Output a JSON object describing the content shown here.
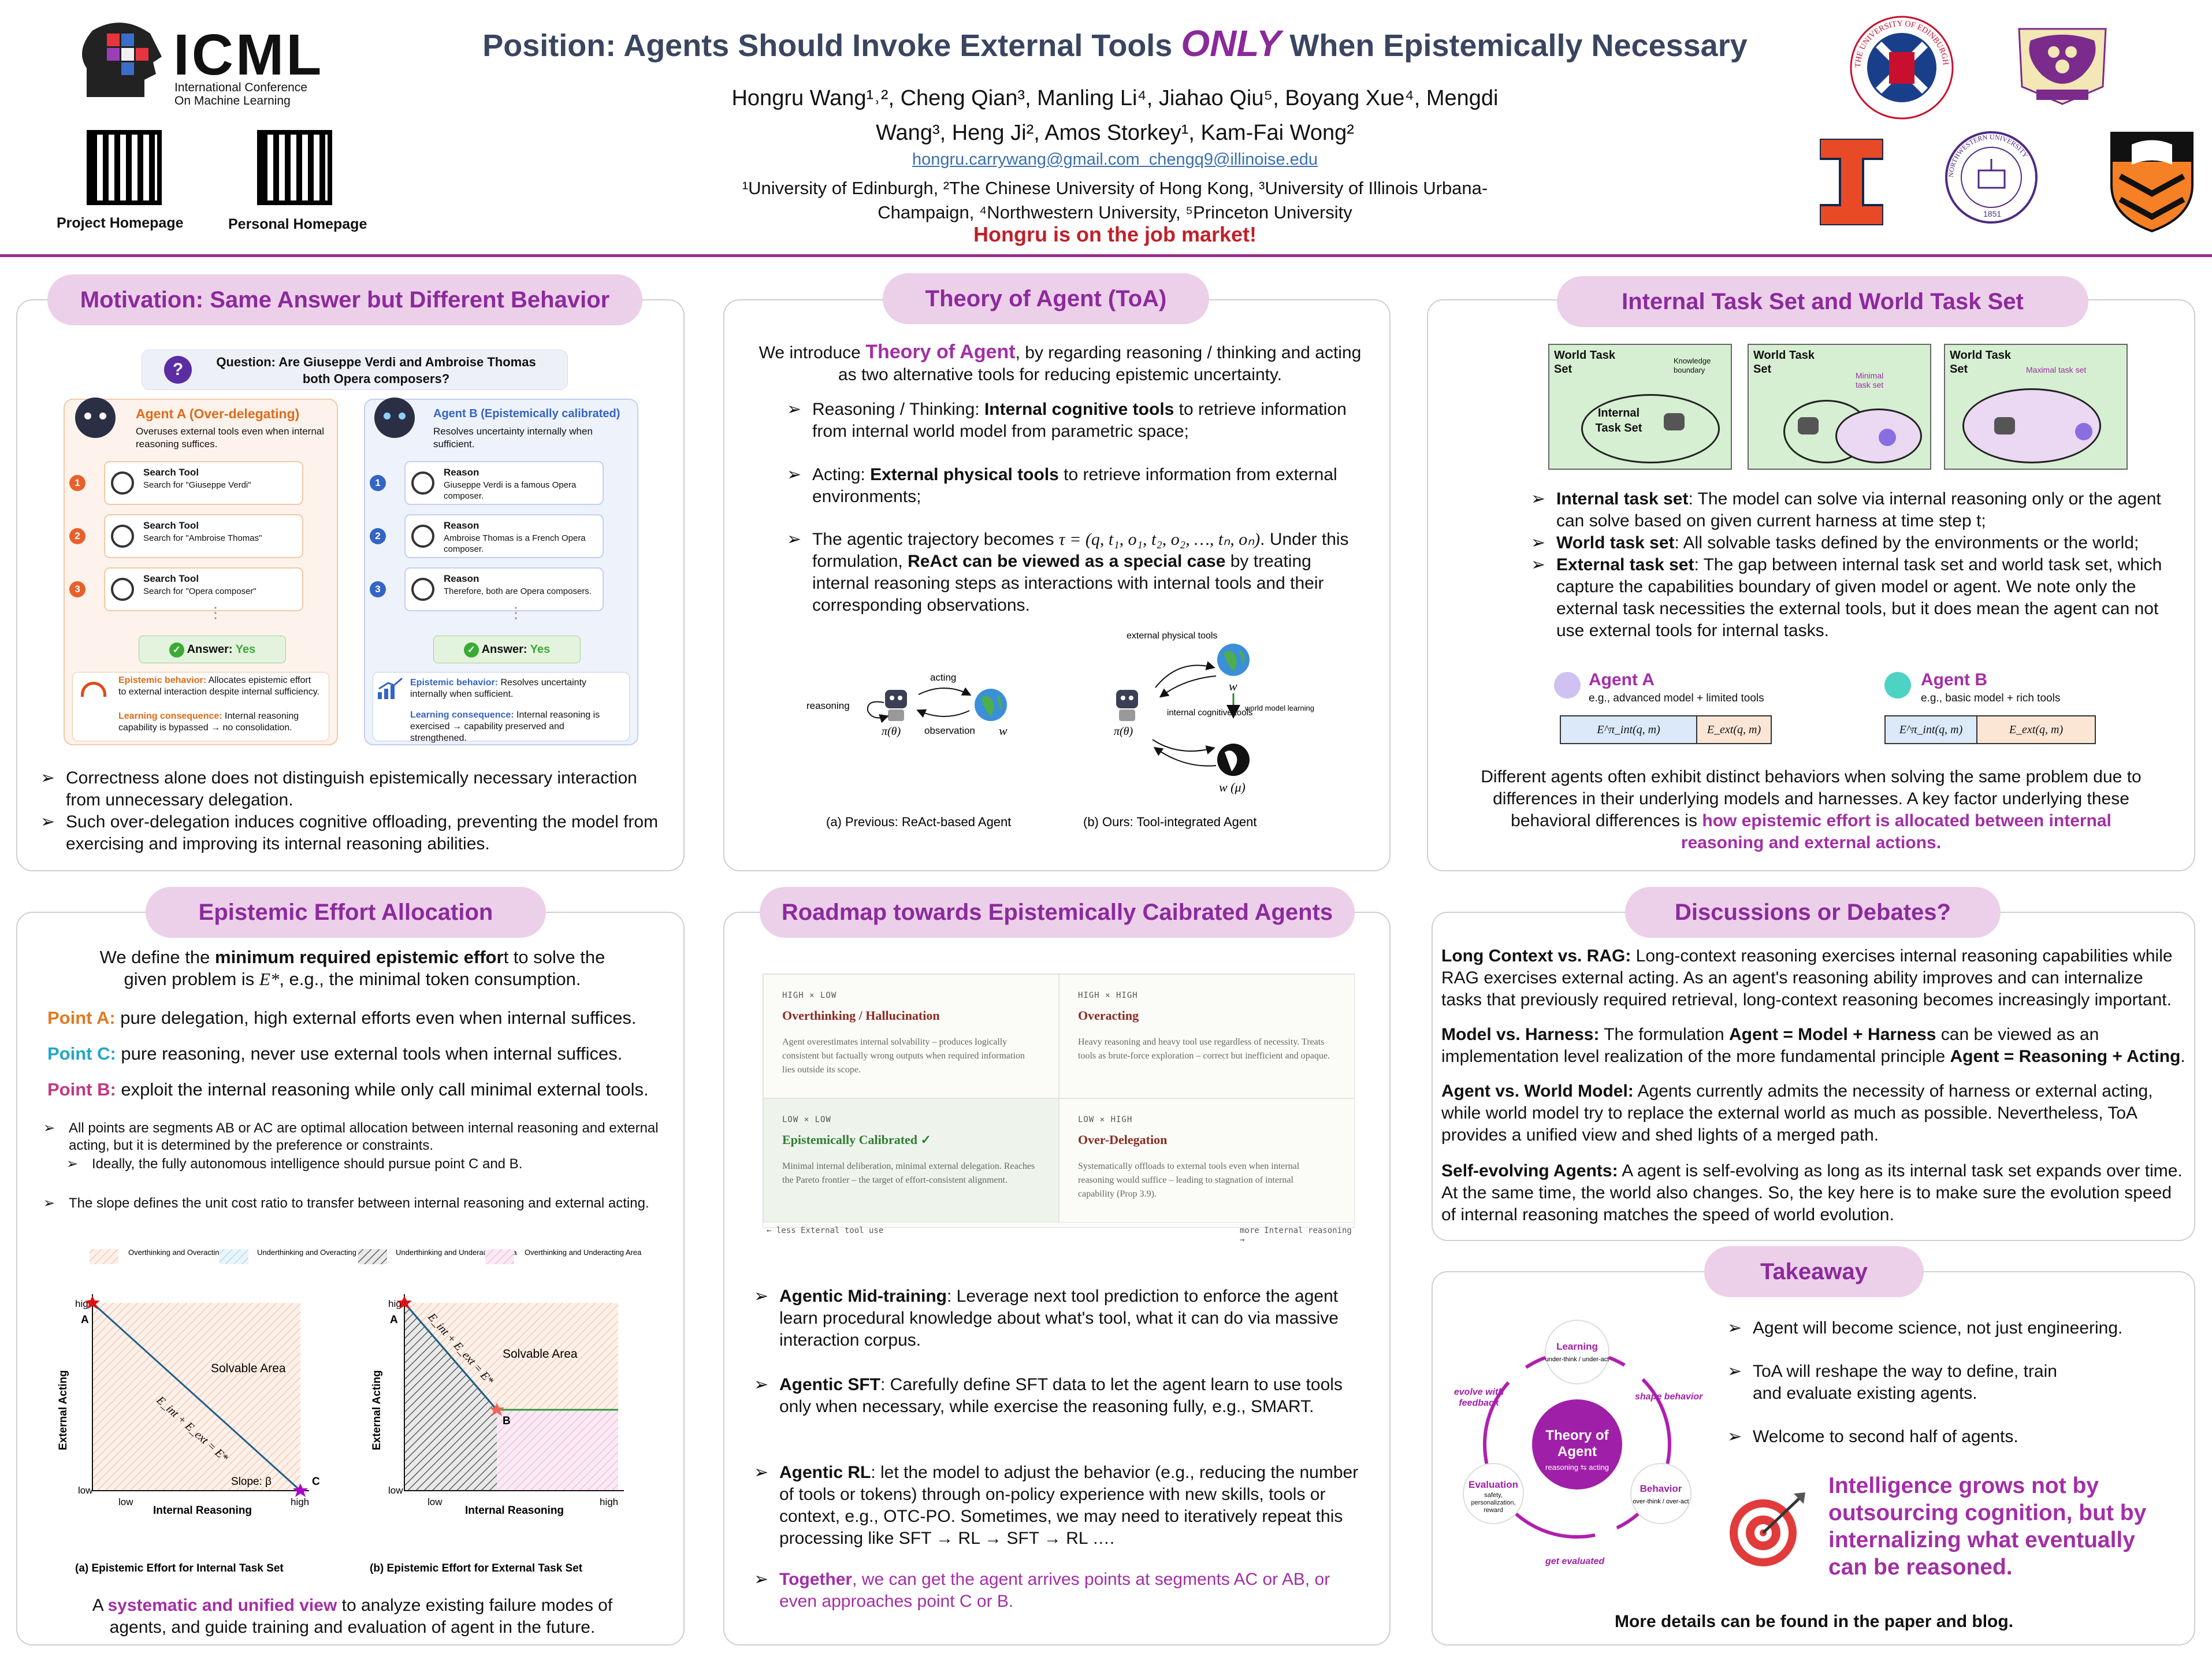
{
  "header": {
    "conf_name": "ICML",
    "conf_sub1": "International Conference",
    "conf_sub2": "On Machine Learning",
    "title_pre": "Position: Agents Should Invoke External Tools ",
    "title_only": "ONLY",
    "title_post": " When Epistemically Necessary",
    "authors_line1": "Hongru Wang¹˒², Cheng Qian³, Manling Li⁴, Jiahao Qiu⁵, Boyang Xue⁴, Mengdi",
    "authors_line2": "Wang³, Heng Ji², Amos Storkey¹, Kam-Fai Wong²",
    "email1": "hongru.carrywang@gmail.com",
    "email2": "chengq9@illinoise.edu",
    "affil_line1": "¹University of Edinburgh, ²The Chinese University of Hong Kong, ³University of Illinois Urbana-",
    "affil_line2": "Champaign, ⁴Northwestern University, ⁵Princeton University",
    "job_market": "Hongru is on the job market!",
    "qr1_label": "Project Homepage",
    "qr2_label": "Personal Homepage",
    "logo_edinburgh_text": "THE UNIVERSITY OF EDINBURGH",
    "logo_northwestern_text": "NORTHWESTERN UNIVERSITY",
    "logo_northwestern_year": "1851"
  },
  "motivation": {
    "title": "Motivation: Same Answer but Different Behavior",
    "question": "Question: Are Giuseppe Verdi and Ambroise Thomas both Opera composers?",
    "agentA": {
      "name": "Agent A (Over-delegating)",
      "desc": "Overuses external tools even when internal reasoning suffices.",
      "steps": [
        {
          "n": "1",
          "t": "Search Tool",
          "s": "Search for \"Giuseppe Verdi\""
        },
        {
          "n": "2",
          "t": "Search Tool",
          "s": "Search for \"Ambroise Thomas\""
        },
        {
          "n": "3",
          "t": "Search Tool",
          "s": "Search for \"Opera composer\""
        }
      ],
      "answer_label": "Answer:",
      "answer": "Yes",
      "beh_label": "Epistemic behavior:",
      "beh": "Allocates epistemic effort to external interaction despite internal sufficiency.",
      "cons_label": "Learning consequence:",
      "cons": "Internal reasoning capability is bypassed → no consolidation."
    },
    "agentB": {
      "name": "Agent B (Epistemically calibrated)",
      "desc": "Resolves uncertainty internally when sufficient.",
      "steps": [
        {
          "n": "1",
          "t": "Reason",
          "s": "Giuseppe Verdi is a famous Opera composer."
        },
        {
          "n": "2",
          "t": "Reason",
          "s": "Ambroise Thomas is a French Opera composer."
        },
        {
          "n": "3",
          "t": "Reason",
          "s": "Therefore, both are Opera composers."
        }
      ],
      "answer_label": "Answer:",
      "answer": "Yes",
      "beh_label": "Epistemic behavior:",
      "beh": "Resolves uncertainty internally when sufficient.",
      "cons_label": "Learning consequence:",
      "cons": "Internal reasoning is exercised → capability preserved and strengthened."
    },
    "bullets": [
      "Correctness alone does not distinguish epistemically necessary interaction from unnecessary delegation.",
      "Such over-delegation induces cognitive offloading, preventing the model from exercising and improving its internal reasoning abilities."
    ]
  },
  "toa": {
    "title": "Theory of Agent (ToA)",
    "intro_pre": "We introduce ",
    "intro_hl": "Theory of Agent",
    "intro_post": ", by regarding reasoning / thinking and acting as two alternative tools for reducing epistemic uncertainty.",
    "b1_pre": "Reasoning / Thinking: ",
    "b1_bold": "Internal cognitive tools",
    "b1_post": " to retrieve information from internal world model from parametric space;",
    "b2_pre": "Acting: ",
    "b2_bold": "External physical tools",
    "b2_post": " to retrieve information from external environments;",
    "b3_pre": "The agentic trajectory becomes ",
    "b3_math": "τ = (q, t₁, o₁, t₂, o₂, …, tₙ, oₙ)",
    "b3_mid": ". Under this formulation, ",
    "b3_bold": "ReAct can be viewed as a special case",
    "b3_post": " by treating internal reasoning steps as interactions with internal tools and their corresponding observations.",
    "figA": {
      "reasoning": "reasoning",
      "acting": "acting",
      "observation": "observation",
      "pi": "π(θ)",
      "w": "w",
      "caption": "(a) Previous: ReAct-based Agent"
    },
    "figB": {
      "ext": "external physical tools",
      "int": "internal cognitive tools",
      "wml": "world model learning",
      "pi": "π(θ)",
      "w": "w",
      "wmu": "w (μ)",
      "caption": "(b) Ours: Tool-integrated Agent"
    }
  },
  "taskset": {
    "title": "Internal Task Set and World Task Set",
    "d1": {
      "world": "World Task Set",
      "kb": "Knowledge boundary",
      "internal": "Internal Task Set"
    },
    "d2": {
      "world": "World Task Set",
      "min": "Minimal task set"
    },
    "d3": {
      "world": "World Task Set",
      "max": "Maximal task set"
    },
    "bullets": [
      {
        "b": "Internal task set",
        "t": ": The model can solve via internal reasoning only or the agent can solve based on given current harness at time step t;"
      },
      {
        "b": "World task set",
        "t": ": All solvable tasks defined by the environments or the world;"
      },
      {
        "b": "External task set",
        "t": ": The gap between internal task set and world task set, which capture the capabilities boundary of given model or agent. We note only the external task necessities the external tools, but it does mean the agent can not use external tools for internal tasks."
      }
    ],
    "agentA": "Agent A",
    "agentA_sub": "e.g., advanced model + limited tools",
    "agentB": "Agent B",
    "agentB_sub": "e.g., basic model + rich tools",
    "eint": "E^π_int(q, m)",
    "eext": "E_ext(q, m)",
    "closing_pre": "Different agents often exhibit distinct behaviors when solving the same problem due to differences in their underlying models and harnesses. A key factor underlying these behavioral differences is ",
    "closing_hl": "how epistemic effort is allocated between internal reasoning and external actions."
  },
  "effort": {
    "title": "Epistemic Effort Allocation",
    "intro_pre": "We define the ",
    "intro_bold": "minimum required epistemic effor",
    "intro_mid": "t to solve the given problem is ",
    "intro_math": "E*",
    "intro_post": ", e.g., the minimal token consumption.",
    "pA_label": "Point A:",
    "pA": " pure delegation, high external efforts even when internal suffices.",
    "pC_label": "Point C:",
    "pC": " pure reasoning, never use external tools when internal suffices.",
    "pB_label": "Point B:",
    "pB": " exploit the internal reasoning while only call minimal external tools.",
    "sb1": "All points are segments AB or AC are optimal allocation between internal reasoning and external acting, but it is determined by the preference or constraints.",
    "sb1a": "Ideally, the fully autonomous intelligence should pursue point C and B.",
    "sb2": "The slope defines the unit cost ratio to transfer between internal reasoning and external acting.",
    "legend": [
      "Overthinking and Overacting Area",
      "Underthinking and Overacting Area",
      "Underthinking and Underacting Area",
      "Overthinking and Underacting Area"
    ],
    "chartA": {
      "ylabel": "External Acting",
      "xlabel": "Internal Reasoning",
      "high": "high",
      "low": "low",
      "region": "Solvable Area",
      "eq": "E_int + E_ext = E*",
      "slope": "Slope: β",
      "A": "A",
      "C": "C",
      "caption": "(a) Epistemic Effort for Internal Task Set"
    },
    "chartB": {
      "ylabel": "External Acting",
      "xlabel": "Internal Reasoning",
      "high": "high",
      "low": "low",
      "region": "Solvable Area",
      "eq": "E_int + E_ext = E*",
      "A": "A",
      "B": "B",
      "caption": "(b) Epistemic Effort for External Task Set"
    },
    "closing_pre": "A ",
    "closing_hl": "systematic and unified view",
    "closing_post": " to analyze existing failure modes of agents, and guide training and evaluation of agent in the future."
  },
  "roadmap": {
    "title": "Roadmap towards Epistemically Caibrated Agents",
    "cells": [
      {
        "tag": "HIGH × LOW",
        "title": "Overthinking / Hallucination",
        "text": "Agent overestimates internal solvability – produces logically consistent but factually wrong outputs when required information lies outside its scope."
      },
      {
        "tag": "HIGH × HIGH",
        "title": "Overacting",
        "text": "Heavy reasoning and heavy tool use regardless of necessity. Treats tools as brute-force exploration – correct but inefficient and opaque."
      },
      {
        "tag": "LOW × LOW",
        "title": "Epistemically Calibrated ✓",
        "text": "Minimal internal deliberation, minimal external delegation. Reaches the Pareto frontier – the target of effort-consistent alignment."
      },
      {
        "tag": "LOW × HIGH",
        "title": "Over-Delegation",
        "text": "Systematically offloads to external tools even when internal reasoning would suffice – leading to stagnation of internal capability (Prop 3.9)."
      }
    ],
    "axis_left": "← less External tool use",
    "axis_right": "more Internal reasoning →",
    "items": [
      {
        "b": "Agentic Mid-training",
        "t": ": Leverage next tool prediction to enforce the agent learn procedural knowledge about what's tool, what it can do via massive interaction corpus."
      },
      {
        "b": "Agentic SFT",
        "t": ": Carefully define SFT data to let the agent learn to use tools only when necessary, while exercise the reasoning fully, e.g., SMART."
      },
      {
        "b": "Agentic RL",
        "t": ": let the model to adjust the behavior (e.g., reducing the number of tools or tokens) through on-policy experience with new skills, tools or context, e.g., OTC-PO. Sometimes, we may need to iteratively repeat this processing like SFT → RL → SFT → RL …."
      }
    ],
    "together_hl": "Together",
    "together": ", we can get the agent arrives points at segments AC or AB, or even approaches point C or B."
  },
  "discuss": {
    "title": "Discussions or Debates?",
    "p1_b": "Long Context vs. RAG:",
    "p1": " Long-context reasoning exercises internal reasoning capabilities while RAG exercises external acting. As an agent's reasoning ability improves and can internalize tasks that previously required retrieval, long-context reasoning becomes increasingly important.",
    "p2_b": "Model vs. Harness:",
    "p2_a": " The formulation ",
    "p2_b2": "Agent = Model + Harness",
    "p2_c": " can be viewed as an implementation level realization of the more fundamental principle ",
    "p2_b3": "Agent = Reasoning + Acting",
    "p2_d": ".",
    "p3_b": "Agent vs. World Model:",
    "p3": " Agents currently admits the necessity of harness or external acting, while world model try to replace the external world as much as possible. Nevertheless, ToA provides a unified view and shed lights of a merged path.",
    "p4_b": "Self-evolving Agents:",
    "p4": " A agent is self-evolving as long as its internal task set expands over time. At the same time, the world also changes. So, the key here is to make sure the evolution speed of internal reasoning matches the speed of world evolution."
  },
  "takeaway": {
    "title": "Takeaway",
    "cycle": {
      "center1": "Theory of",
      "center2": "Agent",
      "center_sub": "reasoning ⇆ acting",
      "learning": "Learning",
      "learning_sub": "under-think / under-act",
      "behavior": "Behavior",
      "behavior_sub": "over-think / over-act",
      "evaluation": "Evaluation",
      "evaluation_sub": "safety, personalization, reward",
      "shape": "shape behavior",
      "get_eval": "get evaluated",
      "evolve": "evolve with feedback"
    },
    "bullets": [
      "Agent will become science, not just engineering.",
      "ToA will reshape the way to define, train and evaluate existing agents.",
      "Welcome to second half of agents."
    ],
    "quote": "Intelligence grows not by outsourcing cognition, but by internalizing what eventually can be reasoned.",
    "footer": "More details can be found in the paper and blog."
  }
}
